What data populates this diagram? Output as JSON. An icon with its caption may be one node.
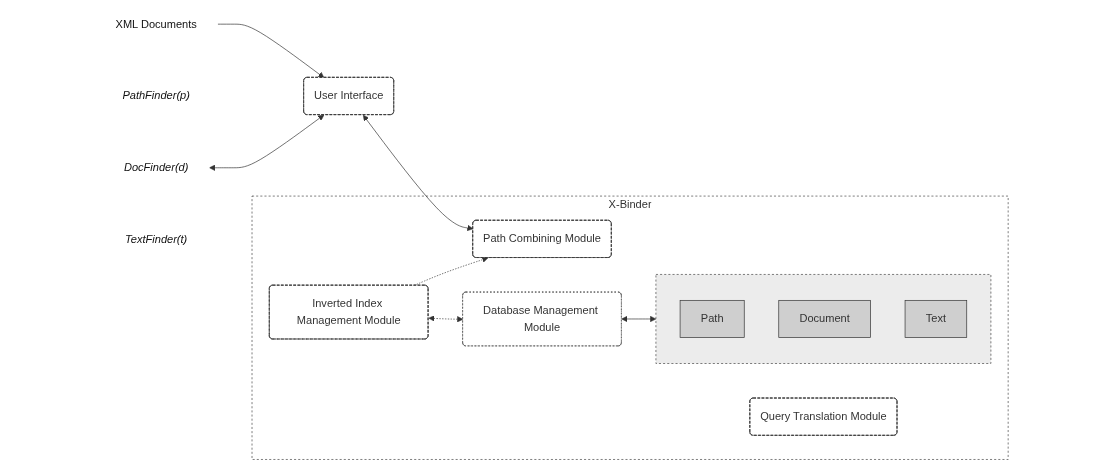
{
  "diagram": {
    "nodes": [
      {
        "text": [
          "XML Documents"
        ]
      },
      {
        "text": [
          "PathFinder(p)"
        ]
      },
      {
        "text": [
          "DocFinder(d)"
        ]
      },
      {
        "text": [
          "TextFinder(t)"
        ]
      },
      {
        "text": [
          "User Interface"
        ]
      },
      {
        "text": [
          "X-Binder"
        ]
      },
      {
        "text": [
          "Path Combining Module"
        ],
        "in": 5
      },
      {
        "text": [
          "Query Translation Module"
        ],
        "in": 5
      },
      {
        "text": [
          "Inverted Index Management Module"
        ],
        "in": 5
      },
      {
        "text": [
          "Database Management Module"
        ],
        "in": 5
      },
      {
        "text": [],
        "shape": "cylinder",
        "in": 5
      },
      {
        "text": [
          "Path"
        ],
        "in": 10
      },
      {
        "text": [
          "Document"
        ],
        "in": 10
      },
      {
        "text": [
          "Text"
        ],
        "in": 10
      }
    ],
    "edges": [
      {
        "from": 0,
        "to": 4,
        "arrow": "to"
      },
      {
        "from": 2,
        "to": 4,
        "arrow": "both"
      },
      {
        "from": 4,
        "to": 6,
        "arrow": "both"
      },
      {
        "from": 8,
        "to": 6,
        "arrow": "to",
        "style": "dashed"
      },
      {
        "from": 8,
        "to": 9,
        "arrow": "both",
        "style": "dashed"
      },
      {
        "from": 9,
        "to": 10,
        "arrow": "both"
      }
    ]
  }
}
